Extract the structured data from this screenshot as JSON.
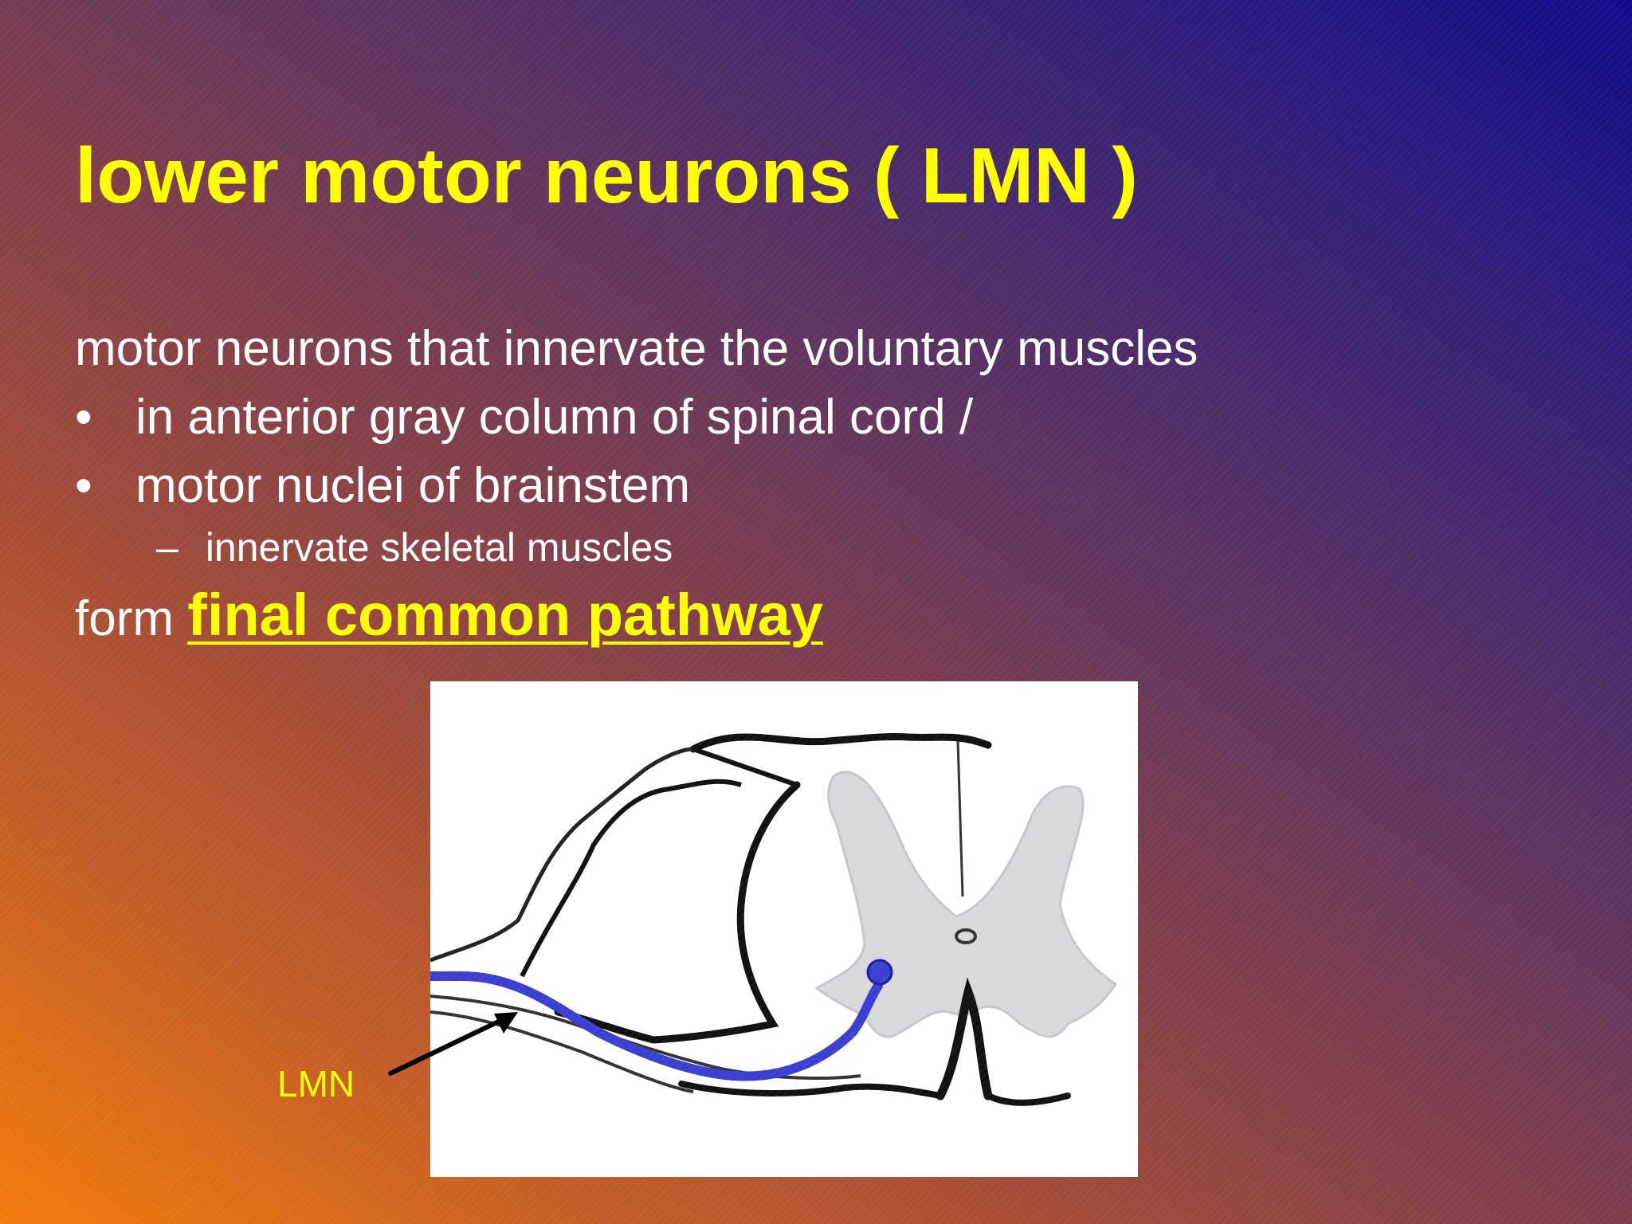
{
  "slide": {
    "title": "lower motor neurons ( LMN )",
    "intro": "motor neurons that innervate the voluntary muscles",
    "bullet_mark": "•",
    "bullets": [
      "in anterior gray column of spinal cord /",
      "motor nuclei of brainstem"
    ],
    "sub_bullet_mark": "–",
    "sub_bullet": "innervate skeletal muscles",
    "form_prefix": "form",
    "form_emphasis": "final common pathway"
  },
  "diagram": {
    "label": "LMN",
    "pathway_color": "#3a3fd0",
    "gray_matter_color": "#d9d9dc"
  },
  "colors": {
    "title": "#ffff00",
    "body_text": "#ffffff",
    "emphasis": "#ffff00",
    "label": "#ffff00",
    "background_start": "#f27c0c",
    "background_end": "#0f0c8a"
  }
}
